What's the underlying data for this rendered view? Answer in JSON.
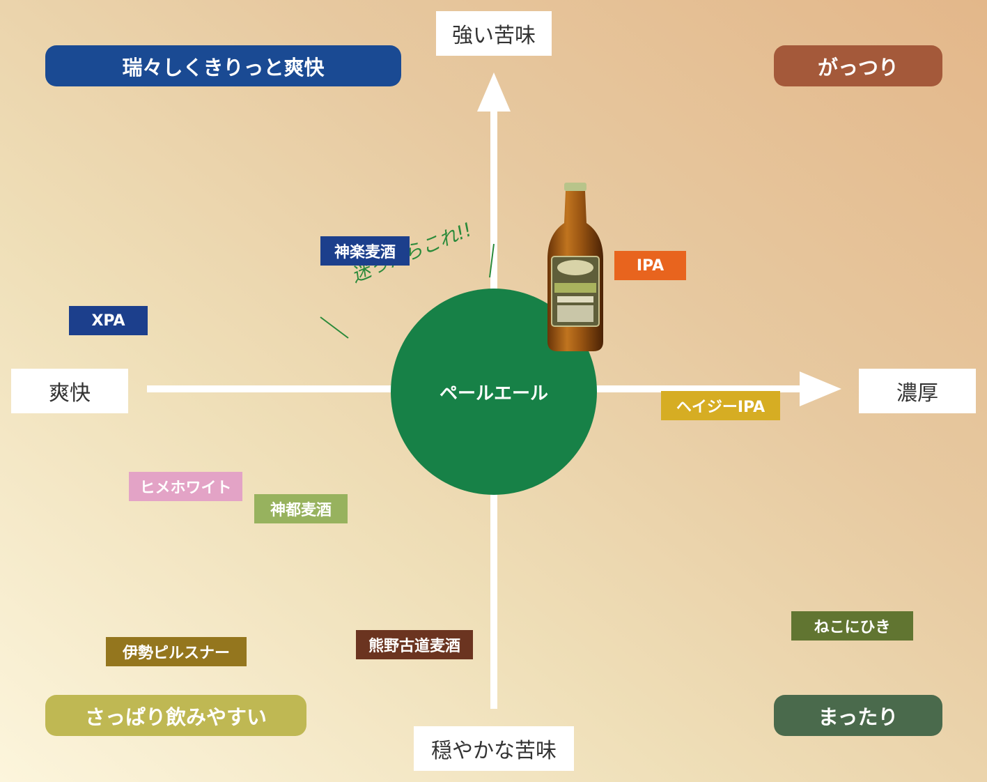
{
  "axes": {
    "top": "強い苦味",
    "bottom": "穏やかな苦味",
    "left": "爽快",
    "right": "濃厚"
  },
  "quadrants": {
    "top_left": "瑞々しくきりっと爽快",
    "top_right": "がっつり",
    "bottom_left": "さっぱり飲みやすい",
    "bottom_right": "まったり"
  },
  "center": {
    "label": "ペールエール",
    "note": "迷ったらこれ!!"
  },
  "beers": [
    {
      "name": "神楽麦酒",
      "color": "#1c3f8c"
    },
    {
      "name": "XPA",
      "color": "#1c3f8c"
    },
    {
      "name": "IPA",
      "color": "#e8641e"
    },
    {
      "name": "ヘイジーIPA",
      "color": "#d6ad23"
    },
    {
      "name": "ヒメホワイト",
      "color": "#e3a3c6"
    },
    {
      "name": "神都麦酒",
      "color": "#97b25e"
    },
    {
      "name": "伊勢ピルスナー",
      "color": "#94761e"
    },
    {
      "name": "熊野古道麦酒",
      "color": "#6b3420"
    },
    {
      "name": "ねこにひき",
      "color": "#617531"
    }
  ],
  "colors": {
    "center": "#178147",
    "top_left": "#1a4a93",
    "top_right": "#a4593a",
    "bottom_left": "#bfb853",
    "bottom_right": "#4a6a4c"
  }
}
